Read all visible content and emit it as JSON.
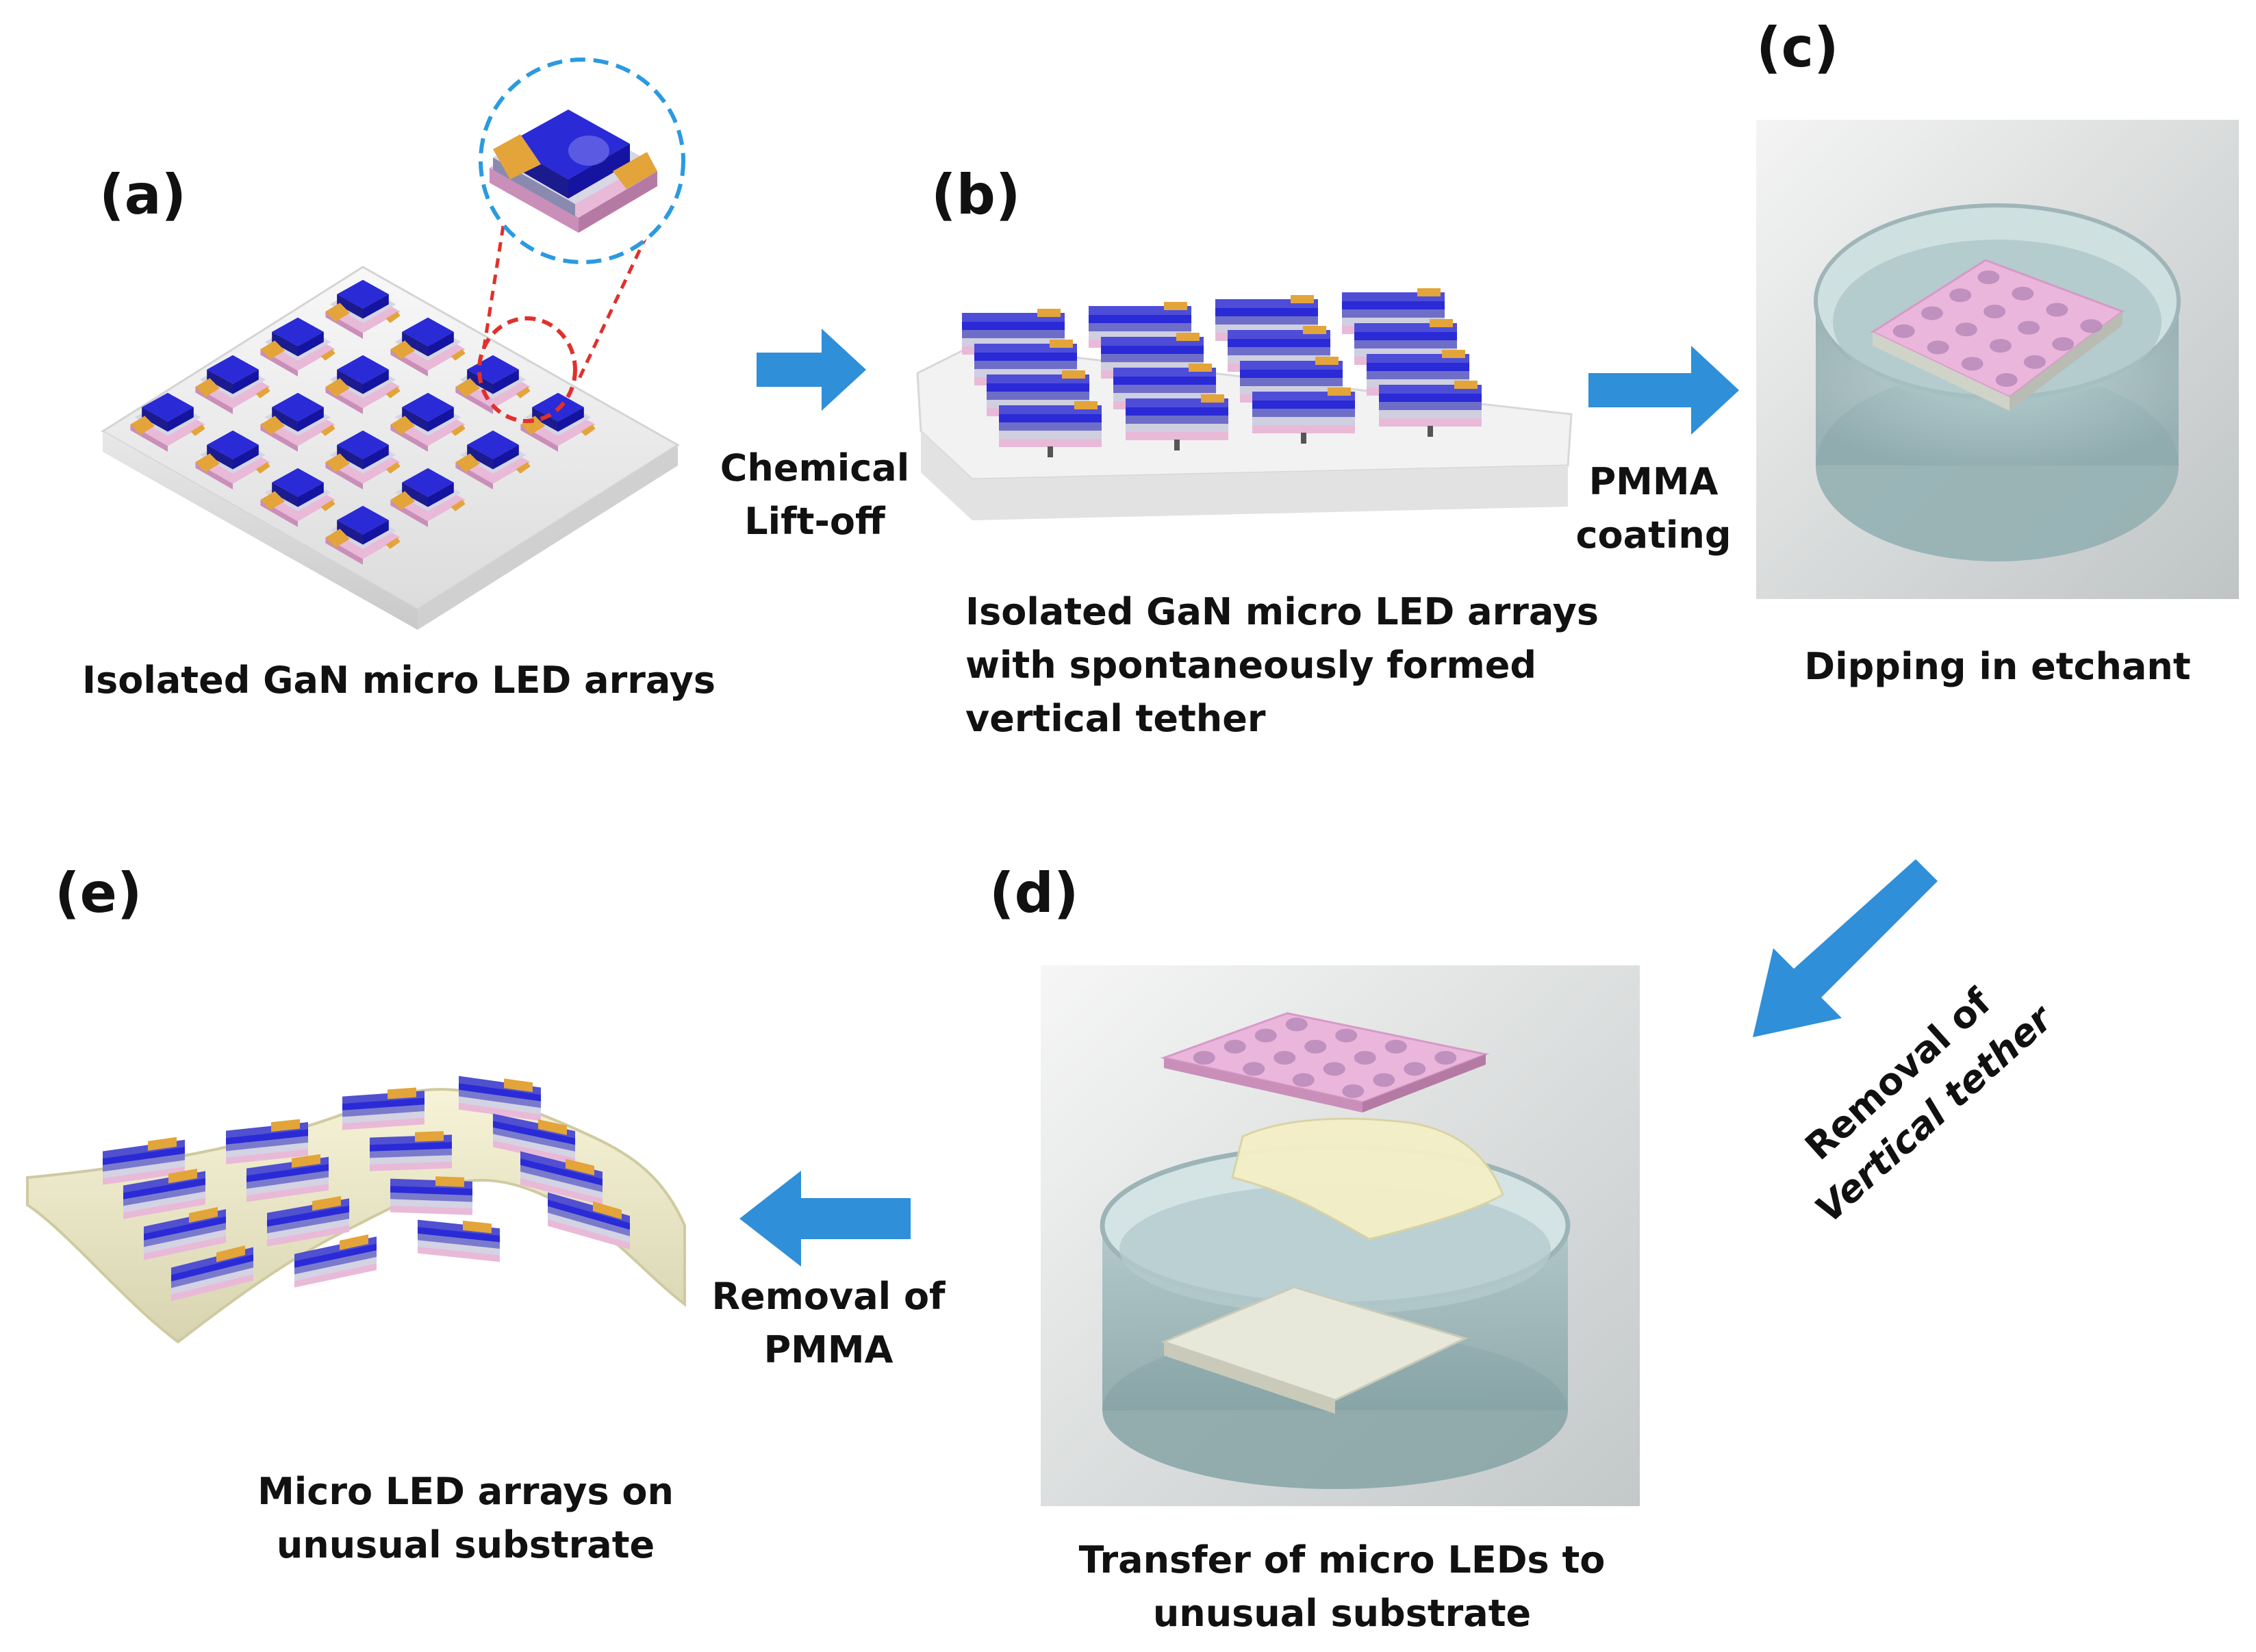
{
  "colors": {
    "arrow": "#2f8fd8",
    "led_blue": "#2a2ad6",
    "led_gold": "#e3a43a",
    "led_pink": "#e9b9d8",
    "pmma_pink": "#eab6dc",
    "zoom_circle": "#2b9ae0",
    "zoom_lines": "#e0312d",
    "substrate": "#ececec"
  },
  "panels": {
    "a": {
      "label": "(a)",
      "caption": [
        "Isolated GaN micro LED arrays"
      ]
    },
    "b": {
      "label": "(b)",
      "caption": [
        "Isolated GaN micro LED arrays",
        "with spontaneously formed",
        "vertical tether"
      ]
    },
    "c": {
      "label": "(c)",
      "caption": [
        "Dipping in etchant"
      ]
    },
    "d": {
      "label": "(d)",
      "caption": [
        "Transfer of micro LEDs to",
        "unusual substrate"
      ]
    },
    "e": {
      "label": "(e)",
      "caption": [
        "Micro LED arrays on",
        "unusual substrate"
      ]
    }
  },
  "steps": {
    "a_to_b": [
      "Chemical",
      "Lift-off"
    ],
    "b_to_c": [
      "PMMA",
      "coating"
    ],
    "c_to_d": [
      "Removal of",
      "Vertical tether"
    ],
    "d_to_e": [
      "Removal of",
      "PMMA"
    ]
  }
}
